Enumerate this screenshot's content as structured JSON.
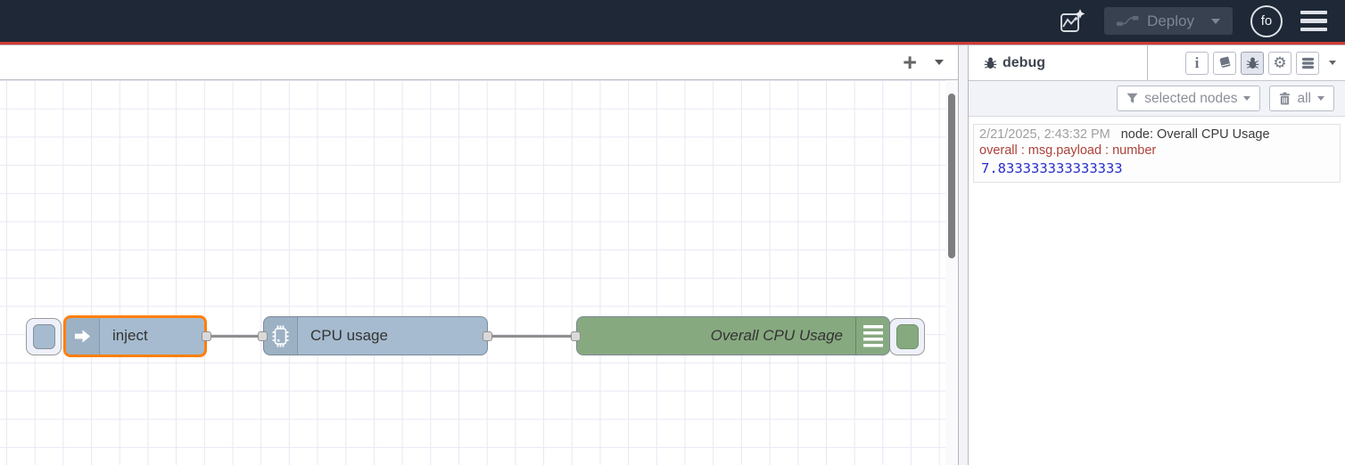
{
  "header": {
    "deploy": {
      "label": "Deploy"
    },
    "avatar": {
      "initials": "fo"
    }
  },
  "workspace": {
    "tabbar": {
      "add_label": "+"
    }
  },
  "flow": {
    "nodes": [
      {
        "type": "inject",
        "label": "inject",
        "color": "#a6bbcf",
        "selected": true
      },
      {
        "type": "exec",
        "label": "CPU usage",
        "color": "#a6bbcf",
        "selected": false
      },
      {
        "type": "debug",
        "label": "Overall CPU Usage",
        "color": "#87a980",
        "selected": false
      }
    ],
    "wires": [
      {
        "from": "inject",
        "to": "CPU usage"
      },
      {
        "from": "CPU usage",
        "to": "Overall CPU Usage"
      }
    ]
  },
  "sidebar": {
    "tab": {
      "label": "debug"
    },
    "toolbar": {
      "filter_label": "selected nodes",
      "clear_label": "all"
    },
    "messages": [
      {
        "timestamp": "2/21/2025, 2:43:32 PM",
        "source": "node: Overall CPU Usage",
        "property": "overall : msg.payload : number",
        "value": "7.833333333333333"
      }
    ]
  },
  "icons": {
    "info": "i",
    "gear": "⚙"
  },
  "colors": {
    "header_bg": "#1e2836",
    "accent_red": "#d03a34",
    "node_blue": "#a6bbcf",
    "node_green": "#87a980",
    "selected_orange": "#ff7f0e",
    "debug_property_red": "#ad423a",
    "debug_value_blue": "#2a2fca"
  }
}
